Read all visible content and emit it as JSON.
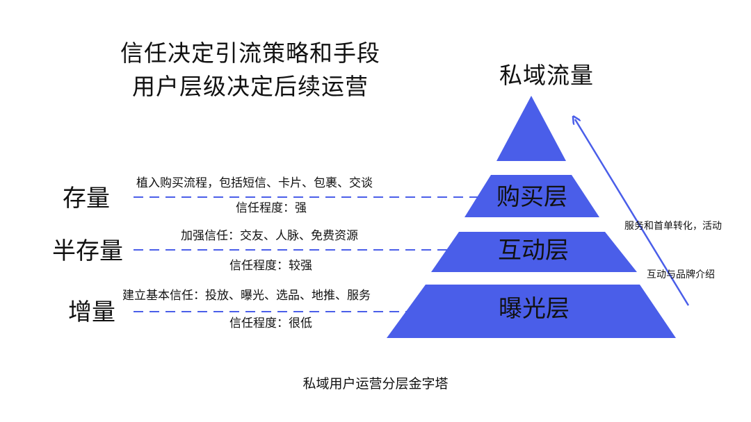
{
  "headline": {
    "line1": "信任决定引流策略和手段",
    "line2": "用户层级决定后续运营"
  },
  "pyramid": {
    "title": "私域流量",
    "fill_color": "#4a5ee9",
    "dash_color": "#4a5ee9",
    "arrow_color": "#4a5ee9",
    "layers": [
      {
        "label": ""
      },
      {
        "label": "购买层"
      },
      {
        "label": "互动层"
      },
      {
        "label": "曝光层"
      }
    ]
  },
  "levels": [
    {
      "label": "存量",
      "method": "植入购买流程，包括短信、卡片、包裹、交谈",
      "trust": "信任程度：强"
    },
    {
      "label": "半存量",
      "method": "加强信任：交友、人脉、免费资源",
      "trust": "信任程度：较强"
    },
    {
      "label": "增量",
      "method": "建立基本信任：投放、曝光、选品、地推、服务",
      "trust": "信任程度：很低"
    }
  ],
  "side_notes": {
    "upper": "服务和首单转化，活动",
    "lower": "互动与品牌介绍"
  },
  "caption": "私域用户运营分层金字塔"
}
